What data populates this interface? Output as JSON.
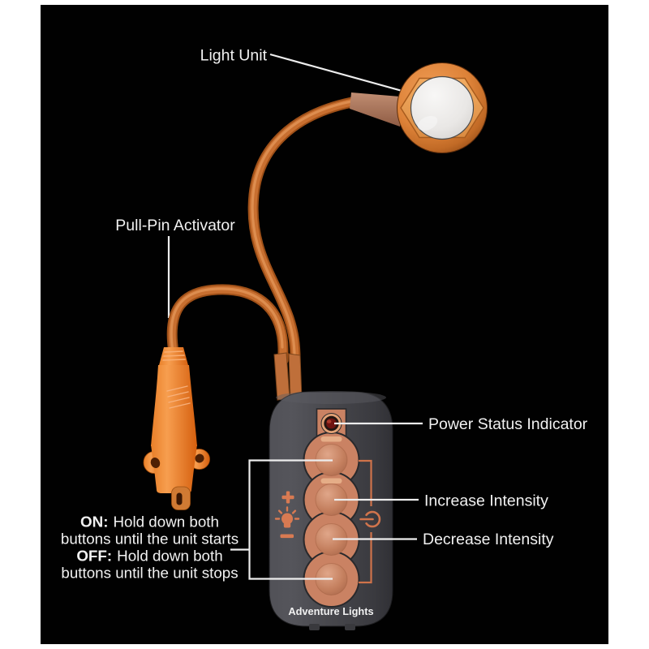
{
  "page": {
    "background": "#ffffff",
    "canvas_background": "#010101"
  },
  "callouts": {
    "light_unit": "Light Unit",
    "pull_pin_activator": "Pull-Pin Activator",
    "power_status_indicator": "Power Status Indicator",
    "increase_intensity": "Increase Intensity",
    "decrease_intensity": "Decrease Intensity"
  },
  "instructions": {
    "on_label": "ON:",
    "on_text": "Hold down both",
    "on_line2": "buttons until the unit starts",
    "off_label": "OFF:",
    "off_text": "Hold down both",
    "off_line2": "buttons until the unit stops"
  },
  "device": {
    "brand": "Adventure Lights",
    "icons": {
      "left_of_buttons": [
        "plus-icon",
        "light-bulb-icon",
        "minus-icon"
      ],
      "right_of_buttons": "power-icon"
    },
    "button_count": 4,
    "colors": {
      "brand_orange": "#e2721c",
      "pin_orange": "#ee8228",
      "cord_orange": "#c86f30",
      "strip_salmon": "#ca8263",
      "button_salmon": "#c98263",
      "icon_salmon": "#d87a52",
      "bracket_orange": "#cf734a",
      "body_gray": "#47474c",
      "indicator_red": "#6e1310",
      "callout_white": "#ededed",
      "lens_white": "#e9e7e5"
    }
  }
}
